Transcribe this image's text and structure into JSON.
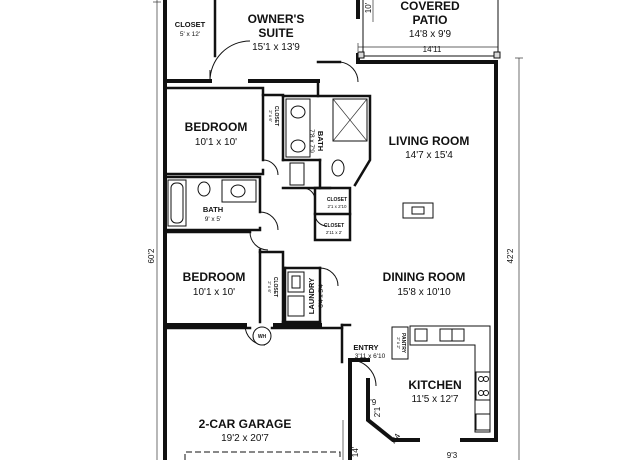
{
  "rooms": {
    "closet_top": {
      "name": "CLOSET",
      "dim": "5' x 12'"
    },
    "owners_suite": {
      "name_line1": "OWNER'S",
      "name_line2": "SUITE",
      "dim": "15'1 x 13'9"
    },
    "patio": {
      "name_line1": "COVERED",
      "name_line2": "PATIO",
      "dim": "14'8 x 9'9"
    },
    "bedroom1": {
      "name": "BEDROOM",
      "dim": "10'1 x 10'"
    },
    "closet_b1": {
      "name": "CLOSET",
      "dim": "2' x 6'"
    },
    "bath_master": {
      "name": "BATH",
      "dim": "7'8 x 7'9"
    },
    "living": {
      "name": "LIVING ROOM",
      "dim": "14'7 x 15'4"
    },
    "bath2": {
      "name": "BATH",
      "dim": "9' x 5'"
    },
    "closet_hall1": {
      "name": "CLOSET",
      "dim": "2'1 x 2'10"
    },
    "closet_hall2": {
      "name": "CLOSET",
      "dim": "2'11 x 2'"
    },
    "bedroom2": {
      "name": "BEDROOM",
      "dim": "10'1 x 10'"
    },
    "closet_b2": {
      "name": "CLOSET",
      "dim": "2' x 6'"
    },
    "laundry": {
      "name": "LAUNDRY",
      "dim": "6'4 x 5'4"
    },
    "dining": {
      "name": "DINING ROOM",
      "dim": "15'8 x 10'10"
    },
    "entry": {
      "name": "ENTRY",
      "dim": "3'11 x 6'10"
    },
    "pantry": {
      "name": "PANTRY",
      "dim": "2' x 2'"
    },
    "kitchen": {
      "name": "KITCHEN",
      "dim": "11'5 x 12'7"
    },
    "garage": {
      "name": "2-CAR GARAGE",
      "dim": "19'2 x 20'7"
    },
    "water_heater": {
      "name": "WH"
    }
  },
  "dimensions": {
    "overall_depth_left": "60'2",
    "living_depth_right": "42'2",
    "patio_width": "14'11",
    "patio_side": "10'",
    "nook_a": "3'9",
    "nook_b": "2'1",
    "nook_c": "4'4",
    "nook_d": "9'3",
    "garage_side": "14'"
  },
  "colors": {
    "wall": "#111111",
    "fixture_fill": "#d8d8d8",
    "background": "#ffffff"
  },
  "icons": [
    "door-swing-icon",
    "sink-icon",
    "toilet-icon",
    "bathtub-icon",
    "shower-icon",
    "range-icon",
    "island-icon",
    "water-heater-icon"
  ]
}
